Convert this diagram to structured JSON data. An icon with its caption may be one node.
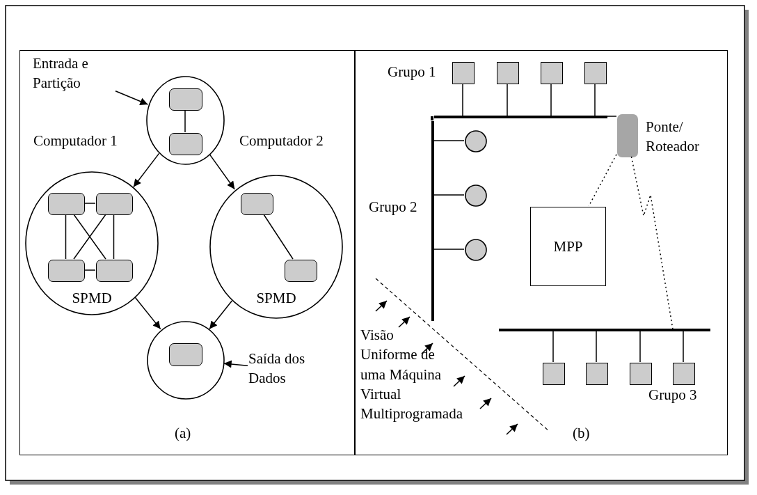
{
  "diagram": {
    "nodes": [
      {
        "text": [
          "(a)"
        ]
      },
      {
        "text": [
          "Entrada e Partição"
        ],
        "in": 0
      },
      {
        "text": [],
        "shape": "circle",
        "in": 0
      },
      {
        "text": [],
        "shape": "box",
        "in": 2
      },
      {
        "text": [],
        "shape": "box",
        "in": 2
      },
      {
        "text": [
          "SPMD"
        ],
        "in": 0
      },
      {
        "text": [],
        "shape": "box",
        "in": 5
      },
      {
        "text": [],
        "shape": "box",
        "in": 5
      },
      {
        "text": [],
        "shape": "box",
        "in": 5
      },
      {
        "text": [],
        "shape": "box",
        "in": 5
      },
      {
        "text": [
          "SPMD"
        ],
        "in": 0
      },
      {
        "text": [],
        "shape": "box",
        "in": 10
      },
      {
        "text": [],
        "shape": "box",
        "in": 10
      },
      {
        "text": [],
        "shape": "circle",
        "in": 0
      },
      {
        "text": [],
        "shape": "box",
        "in": 13
      },
      {
        "text": [
          "Saída dos Dados"
        ],
        "in": 0
      },
      {
        "text": [
          "(b)"
        ]
      },
      {
        "text": [],
        "shape": "box",
        "in": 16
      },
      {
        "text": [],
        "shape": "box",
        "in": 16
      },
      {
        "text": [],
        "shape": "box",
        "in": 16
      },
      {
        "text": [],
        "shape": "box",
        "in": 16
      },
      {
        "text": [],
        "shape": "bar",
        "in": 16
      },
      {
        "text": [],
        "shape": "circle",
        "in": 16
      },
      {
        "text": [],
        "shape": "circle",
        "in": 16
      },
      {
        "text": [],
        "shape": "circle",
        "in": 16
      },
      {
        "text": [],
        "shape": "box",
        "beside": [
          "Ponte/ Roteador"
        ],
        "in": 16
      },
      {
        "text": [
          "MPP"
        ],
        "in": 16
      },
      {
        "text": [],
        "shape": "bar",
        "in": 16
      },
      {
        "text": [],
        "shape": "box",
        "in": 16
      },
      {
        "text": [],
        "shape": "box",
        "in": 16
      },
      {
        "text": [],
        "shape": "box",
        "in": 16
      },
      {
        "text": [],
        "shape": "box",
        "in": 16
      },
      {
        "text": [],
        "shape": "bar",
        "in": 16
      }
    ],
    "edges": [
      {
        "from": 1,
        "to": 2,
        "arrow": "to"
      },
      {
        "from": 3,
        "to": 4,
        "arrow": "none"
      },
      {
        "from": 2,
        "to": 5,
        "arrow": "to",
        "label": "Computador 1"
      },
      {
        "from": 2,
        "to": 10,
        "arrow": "to",
        "label": "Computador 2"
      },
      {
        "from": 6,
        "to": 7,
        "arrow": "none"
      },
      {
        "from": 6,
        "to": 8,
        "arrow": "none"
      },
      {
        "from": 6,
        "to": 9,
        "arrow": "none"
      },
      {
        "from": 7,
        "to": 8,
        "arrow": "none"
      },
      {
        "from": 7,
        "to": 9,
        "arrow": "none"
      },
      {
        "from": 8,
        "to": 9,
        "arrow": "none"
      },
      {
        "from": 11,
        "to": 12,
        "arrow": "none"
      },
      {
        "from": 5,
        "to": 13,
        "arrow": "to"
      },
      {
        "from": 10,
        "to": 13,
        "arrow": "to"
      },
      {
        "from": 15,
        "to": 13,
        "arrow": "to"
      },
      {
        "from": 17,
        "to": 21,
        "arrow": "none"
      },
      {
        "from": 18,
        "to": 21,
        "arrow": "none"
      },
      {
        "from": 19,
        "to": 21,
        "arrow": "none"
      },
      {
        "from": 20,
        "to": 21,
        "arrow": "none"
      },
      {
        "from": 22,
        "to": 32,
        "arrow": "none"
      },
      {
        "from": 23,
        "to": 32,
        "arrow": "none"
      },
      {
        "from": 24,
        "to": 32,
        "arrow": "none"
      },
      {
        "from": 21,
        "to": 25,
        "arrow": "none"
      },
      {
        "from": 25,
        "to": 26,
        "arrow": "none",
        "style": "dashed"
      },
      {
        "from": 25,
        "to": 27,
        "arrow": "none",
        "style": "dashed"
      },
      {
        "from": 27,
        "to": 28,
        "arrow": "none"
      },
      {
        "from": 27,
        "to": 29,
        "arrow": "none"
      },
      {
        "from": 27,
        "to": 30,
        "arrow": "none"
      },
      {
        "from": 27,
        "to": 31,
        "arrow": "none"
      },
      {
        "from": 21,
        "to": 32,
        "arrow": "none",
        "style": "thick"
      }
    ],
    "labels": [
      "Grupo 1",
      "Grupo 2",
      "Visão Uniforme de uma Máquina Virtual Multiprogramada",
      "Grupo 3"
    ]
  }
}
